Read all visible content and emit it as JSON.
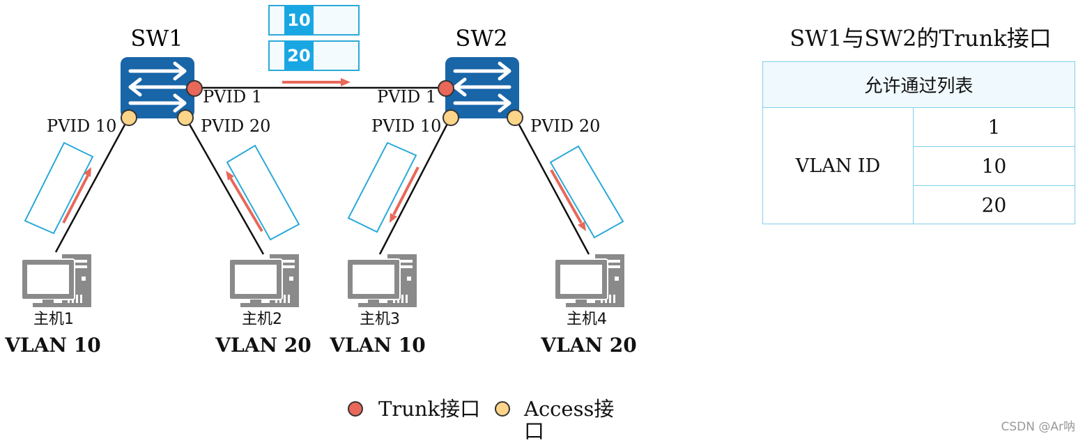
{
  "switches": [
    {
      "id": "sw1",
      "name": "SW1"
    },
    {
      "id": "sw2",
      "name": "SW2"
    }
  ],
  "ports": {
    "sw1_trunk_pvid": "PVID 1",
    "sw1_left_pvid": "PVID 10",
    "sw1_right_pvid": "PVID 20",
    "sw2_trunk_pvid": "PVID 1",
    "sw2_left_pvid": "PVID 10",
    "sw2_right_pvid": "PVID 20"
  },
  "trunk_frames": [
    "10",
    "20"
  ],
  "hosts": [
    {
      "name": "主机1",
      "vlan": "VLAN 10"
    },
    {
      "name": "主机2",
      "vlan": "VLAN 20"
    },
    {
      "name": "主机3",
      "vlan": "VLAN 10"
    },
    {
      "name": "主机4",
      "vlan": "VLAN 20"
    }
  ],
  "table": {
    "title": "SW1与SW2的Trunk接口",
    "header": "允许通过列表",
    "row_label": "VLAN ID",
    "values": [
      "1",
      "10",
      "20"
    ]
  },
  "legend": {
    "trunk": "Trunk接口",
    "access_line1": "Access接",
    "access_line2": "口"
  },
  "colors": {
    "switch": "#1865a8",
    "trunk_port": "#e8685a",
    "access_port": "#fcd48a",
    "frame_border": "#2aa9d9",
    "frame_tag": "#19a7e3",
    "arrow": "#e8685a",
    "computer": "#888888"
  },
  "icons": [
    "switch-icon",
    "computer-icon",
    "arrow-icon"
  ],
  "watermark": "CSDN @Ar呐"
}
